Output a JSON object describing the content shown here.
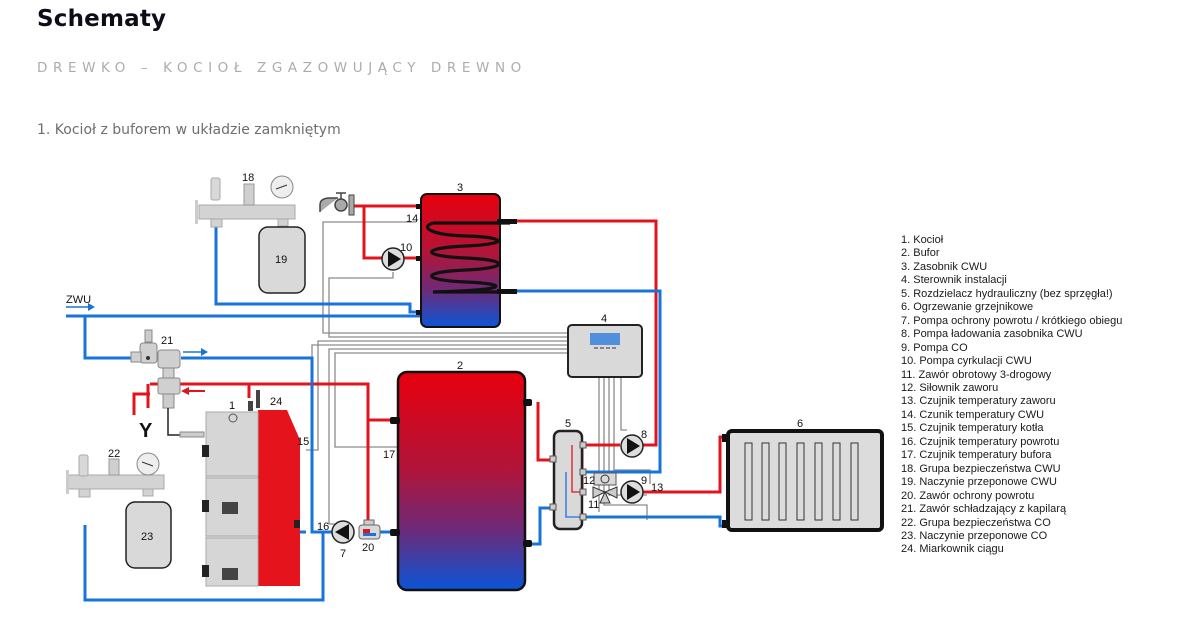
{
  "page": {
    "title": "Schematy",
    "subtitle": "DREWKO – KOCIOŁ ZGAZOWUJĄCY DREWNO",
    "caption": "1. Kocioł z buforem w układzie zamkniętym"
  },
  "diagram": {
    "inlet_label": "ZWU",
    "outlet_label": "Y",
    "colors": {
      "hot_pipe": "#e0141c",
      "cold_pipe": "#1a73d9",
      "signal_wire": "#8c8c8c",
      "tank_top": "#e8000e",
      "tank_bottom": "#0a55d6",
      "boiler_red": "#e5141c",
      "device_fill": "#d9d9d9",
      "controller_screen": "#4f8fdc"
    },
    "numbers": {
      "n1": "1",
      "n2": "2",
      "n3": "3",
      "n4": "4",
      "n5": "5",
      "n6": "6",
      "n7": "7",
      "n8": "8",
      "n9": "9",
      "n10": "10",
      "n11": "11",
      "n12": "12",
      "n13": "13",
      "n14": "14",
      "n15": "15",
      "n16": "16",
      "n17": "17",
      "n18": "18",
      "n19": "19",
      "n20": "20",
      "n21": "21",
      "n22": "22",
      "n23": "23",
      "n24": "24"
    }
  },
  "legend": [
    "1. Kocioł",
    "2. Bufor",
    "3. Zasobnik CWU",
    "4. Sterownik instalacji",
    "5. Rozdzielacz hydrauliczny (bez sprzęgła!)",
    "6. Ogrzewanie grzejnikowe",
    "7. Pompa ochrony powrotu / krótkiego obiegu",
    "8. Pompa ładowania zasobnika CWU",
    "9. Pompa CO",
    "10. Pompa cyrkulacji CWU",
    "11. Zawór obrotowy 3-drogowy",
    "12. Siłownik zaworu",
    "13. Czujnik temperatury zaworu",
    "14. Czunik temperatury CWU",
    "15. Czujnik temperatury kotła",
    "16. Czujnik temperatury powrotu",
    "17. Czujnik temperatury bufora",
    "18. Grupa bezpieczeństwa CWU",
    "19. Naczynie przeponowe CWU",
    "20. Zawór ochrony powrotu",
    "21. Zawór schładzający z kapilarą",
    "22. Grupa bezpieczeństwa CO",
    "23. Naczynie przeponowe CO",
    "24. Miarkownik ciągu"
  ]
}
